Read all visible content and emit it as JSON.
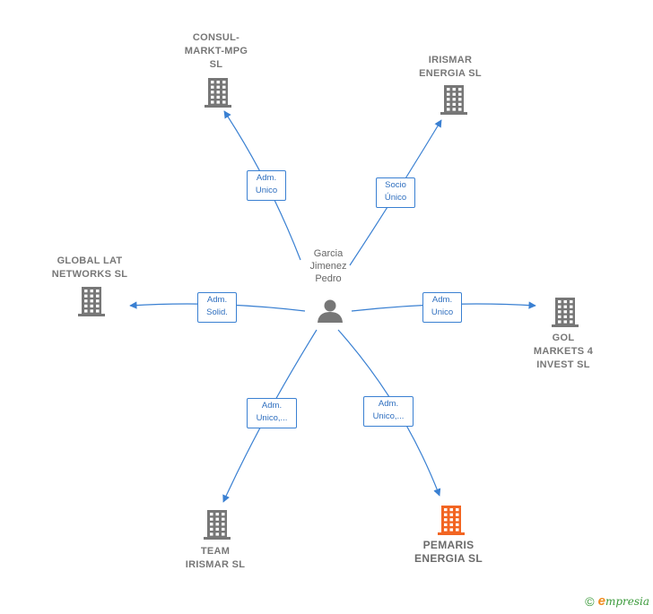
{
  "center": {
    "label": "Garcia\nJimenez\nPedro",
    "icon": "person-icon"
  },
  "companies": [
    {
      "id": "consul",
      "label": "CONSUL-\nMARKT-MPG\nSL",
      "icon": "building-icon",
      "color": "#777777",
      "highlight": false
    },
    {
      "id": "irismar-energia",
      "label": "IRISMAR\nENERGIA  SL",
      "icon": "building-icon",
      "color": "#777777",
      "highlight": false
    },
    {
      "id": "global-lat",
      "label": "GLOBAL LAT\nNETWORKS  SL",
      "icon": "building-icon",
      "color": "#777777",
      "highlight": false
    },
    {
      "id": "gol-markets",
      "label": "GOL\nMARKETS 4\nINVEST  SL",
      "icon": "building-icon",
      "color": "#777777",
      "highlight": false
    },
    {
      "id": "team-irismar",
      "label": "TEAM\nIRISMAR  SL",
      "icon": "building-icon",
      "color": "#777777",
      "highlight": false
    },
    {
      "id": "pemaris",
      "label": "PEMARIS\nENERGIA  SL",
      "icon": "building-icon",
      "color": "#f26522",
      "highlight": true
    }
  ],
  "relations": [
    {
      "to": "consul",
      "label": "Adm.\nUnico"
    },
    {
      "to": "irismar-energia",
      "label": "Socio\nÚnico"
    },
    {
      "to": "global-lat",
      "label": "Adm.\nSolid."
    },
    {
      "to": "gol-markets",
      "label": "Adm.\nUnico"
    },
    {
      "to": "team-irismar",
      "label": "Adm.\nUnico,..."
    },
    {
      "to": "pemaris",
      "label": "Adm.\nUnico,..."
    }
  ],
  "footer": {
    "copyright": "©",
    "brand_initial": "e",
    "brand_rest": "mpresia"
  },
  "colors": {
    "edge": "#3a80d2",
    "building": "#777777",
    "accent": "#f26522"
  }
}
